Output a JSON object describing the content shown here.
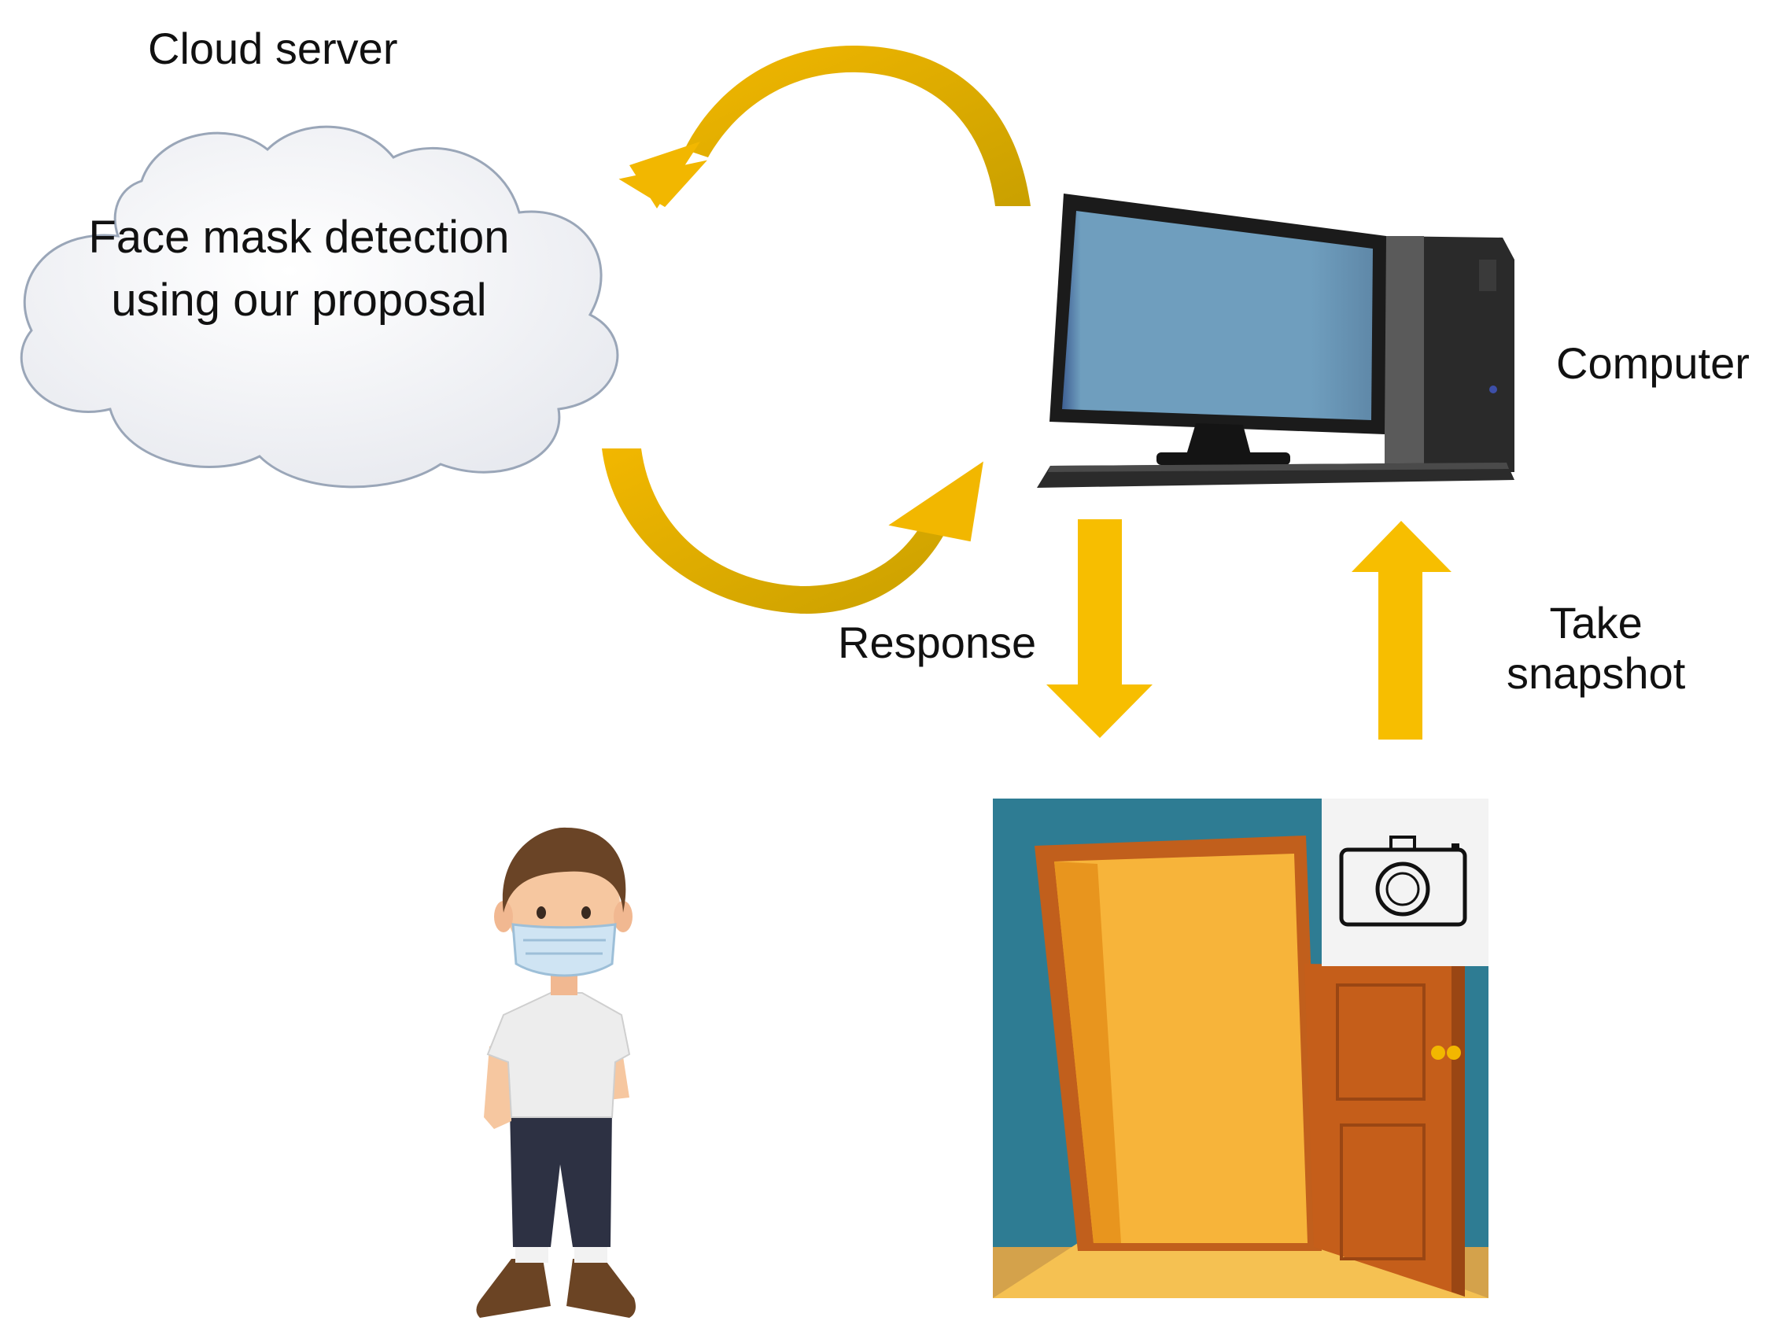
{
  "labels": {
    "cloud_server": "Cloud server",
    "cloud_text": "Face mask detection using our proposal",
    "computer": "Computer",
    "response": "Response",
    "take_snapshot_line1": "Take",
    "take_snapshot_line2": "snapshot"
  },
  "icons": {
    "cloud": "cloud-icon",
    "computer": "desktop-computer-icon",
    "person": "masked-person-icon",
    "door": "open-door-icon",
    "camera": "camera-icon",
    "arrows": [
      "curved-arrow-up-left",
      "curved-arrow-down-right",
      "arrow-down",
      "arrow-up"
    ]
  },
  "colors": {
    "arrow": "#F2B700",
    "arrow_dark": "#C9A000",
    "cloud_fill": "#F1F2F6",
    "monitor_screen": "#6F9EBE",
    "door_wall": "#2E7C93",
    "door_panel": "#F7B43A",
    "door_wood": "#C15F1C"
  }
}
